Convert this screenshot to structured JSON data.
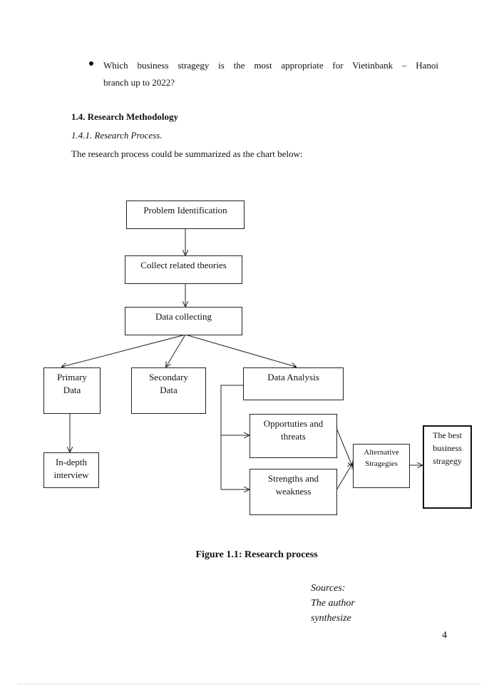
{
  "bullet": {
    "line1": "Which business stragegy is the most appropriate for Vietinbank – Hanoi",
    "line2": "branch up to 2022?"
  },
  "section_heading": "1.4. Research Methodology",
  "subsection_heading": "1.4.1. Research Process.",
  "intro_text": "The research process could be summarized as the chart below:",
  "diagram": {
    "problem_identification": "Problem Identification",
    "collect_theories": "Collect related theories",
    "data_collecting": "Data collecting",
    "primary_data": "Primary Data",
    "secondary_data": "Secondary Data",
    "data_analysis": "Data Analysis",
    "in_depth_interview": "In-depth interview",
    "opportunities_threats": "Opportuties and threats",
    "strengths_weakness": "Strengths and weakness",
    "alternative_strategies": "Alternative Stragegies",
    "best_strategy": "The best business stragegy"
  },
  "figure_caption": "Figure 1.1: Research process",
  "sources_text": "Sources: The author synthesize",
  "page_number": "4"
}
